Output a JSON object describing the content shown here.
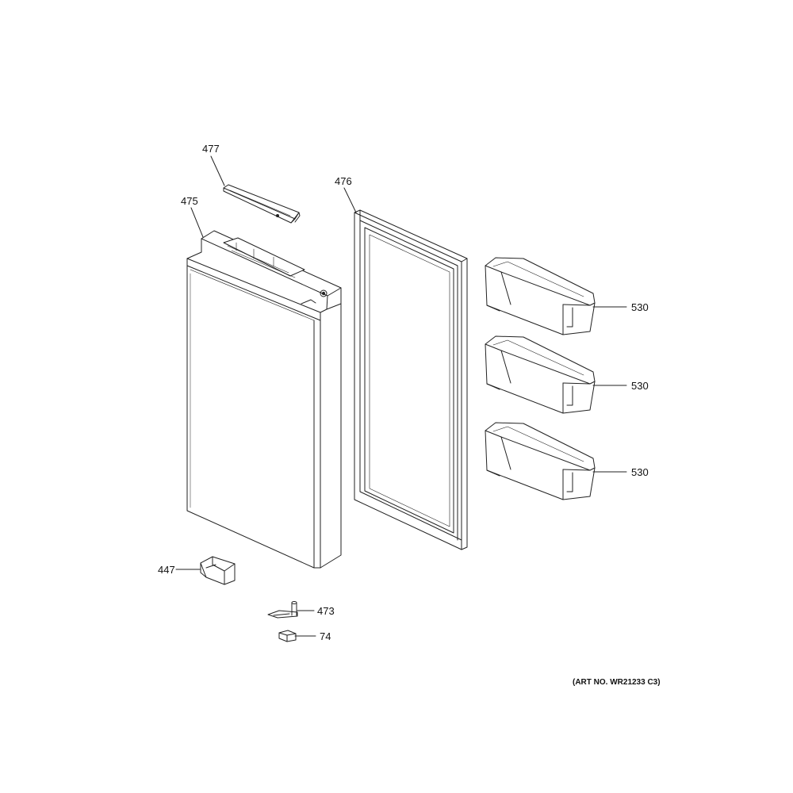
{
  "parts": {
    "trim_cap": {
      "number": "477"
    },
    "door": {
      "number": "475"
    },
    "gasket": {
      "number": "476"
    },
    "bin_top": {
      "number": "530"
    },
    "bin_middle": {
      "number": "530"
    },
    "bin_bottom": {
      "number": "530"
    },
    "hinge_cover": {
      "number": "447"
    },
    "hinge": {
      "number": "473"
    },
    "bushing": {
      "number": "74"
    }
  },
  "art_number": "(ART NO. WR21233 C3)",
  "colors": {
    "line": "#222222",
    "background": "#ffffff"
  }
}
